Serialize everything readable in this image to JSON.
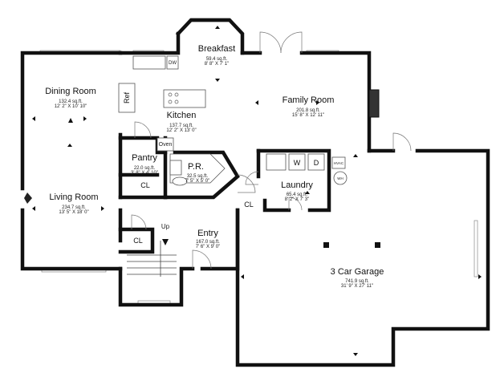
{
  "rooms": {
    "breakfast": {
      "name": "Breakfast",
      "area": "59.4 sq.ft.",
      "dims": "8' 8\" X 7' 1\""
    },
    "dining": {
      "name": "Dining Room",
      "area": "132.4 sq.ft.",
      "dims": "12' 2\" X 10' 10\""
    },
    "kitchen": {
      "name": "Kitchen",
      "area": "137.7 sq.ft.",
      "dims": "12' 2\" X 13' 0\""
    },
    "family": {
      "name": "Family Room",
      "area": "201.8 sq.ft.",
      "dims": "15' 8\" X 12' 11\""
    },
    "pantry": {
      "name": "Pantry",
      "area": "22.0 sq.ft.",
      "dims": "3' 8\" X 4' 10\""
    },
    "powder": {
      "name": "P.R.",
      "area": "32.5 sq.ft.",
      "dims": "7' 5\" X 5' 0\""
    },
    "laundry": {
      "name": "Laundry",
      "area": "65.4 sq.ft.",
      "dims": "8' 2\" X 7' 3\""
    },
    "living": {
      "name": "Living Room",
      "area": "234.7 sq.ft.",
      "dims": "13' 5\" X 18' 0\""
    },
    "entry": {
      "name": "Entry",
      "area": "167.0 sq.ft.",
      "dims": "7' 6\" X 9' 0\""
    },
    "garage": {
      "name": "3 Car Garage",
      "area": "741.9 sq.ft.",
      "dims": "31' 9\" X 27' 11\""
    }
  },
  "labels": {
    "closet_pantry": "CL",
    "closet_laundry": "CL",
    "closet_entry": "CL",
    "stairs_up": "Up",
    "fridge": "Ref",
    "dishwasher": "DW",
    "oven": "Oven",
    "washer": "W",
    "dryer": "D",
    "hvac": "HVAC",
    "water_heater": "WH"
  },
  "icons": {
    "compass": "compass-icon"
  }
}
